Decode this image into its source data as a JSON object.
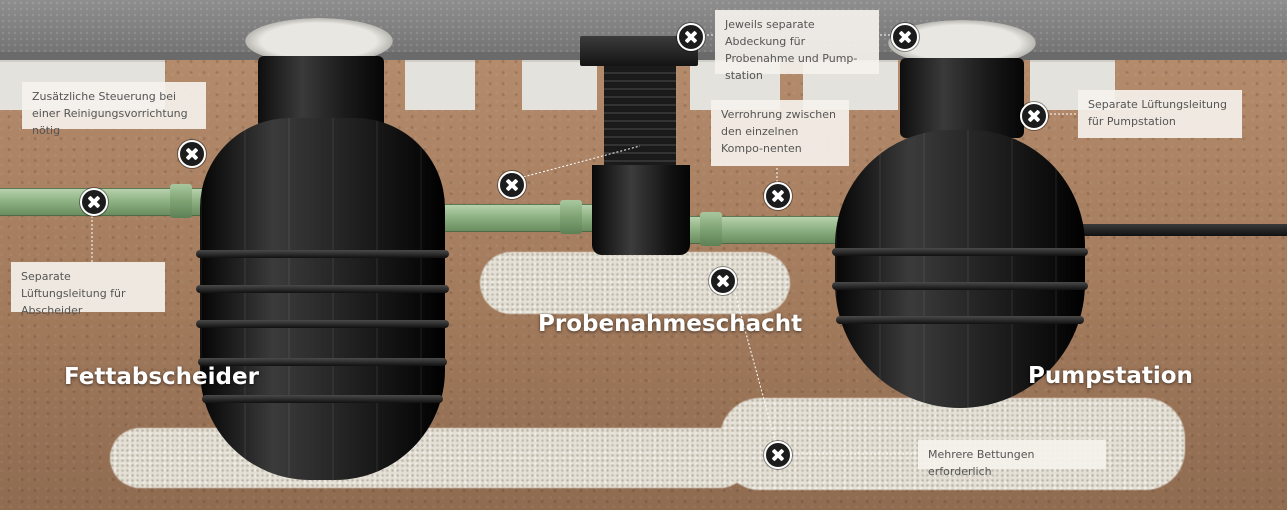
{
  "labels": {
    "fettabscheider": "Fettabscheider",
    "probenahmeschacht": "Probenahmeschacht",
    "pumpstation": "Pumpstation"
  },
  "callouts": {
    "steuerung": "Zusätzliche Steuerung bei einer Reinigungsvorrichtung nötig",
    "abdeckung": "Jeweils separate Abdeckung für Probenahme und Pump-station",
    "verrohrung": "Verrohrung zwischen den einzelnen Kompo-nenten",
    "lueftung_pump": "Separate Lüftungsleitung für Pumpstation",
    "lueftung_abscheider": "Separate Lüftungsleitung für Abscheider",
    "bettungen": "Mehrere Bettungen erforderlich"
  },
  "colors": {
    "soil": "#a27a5c",
    "asphalt": "#7f7f7f",
    "pipe_green": "#8fb384",
    "tank_black": "#1a1a1a",
    "marker": "#1c1c1c",
    "callout_bg": "#f5f1eb"
  },
  "icons": {
    "marker": "close-x-icon"
  }
}
